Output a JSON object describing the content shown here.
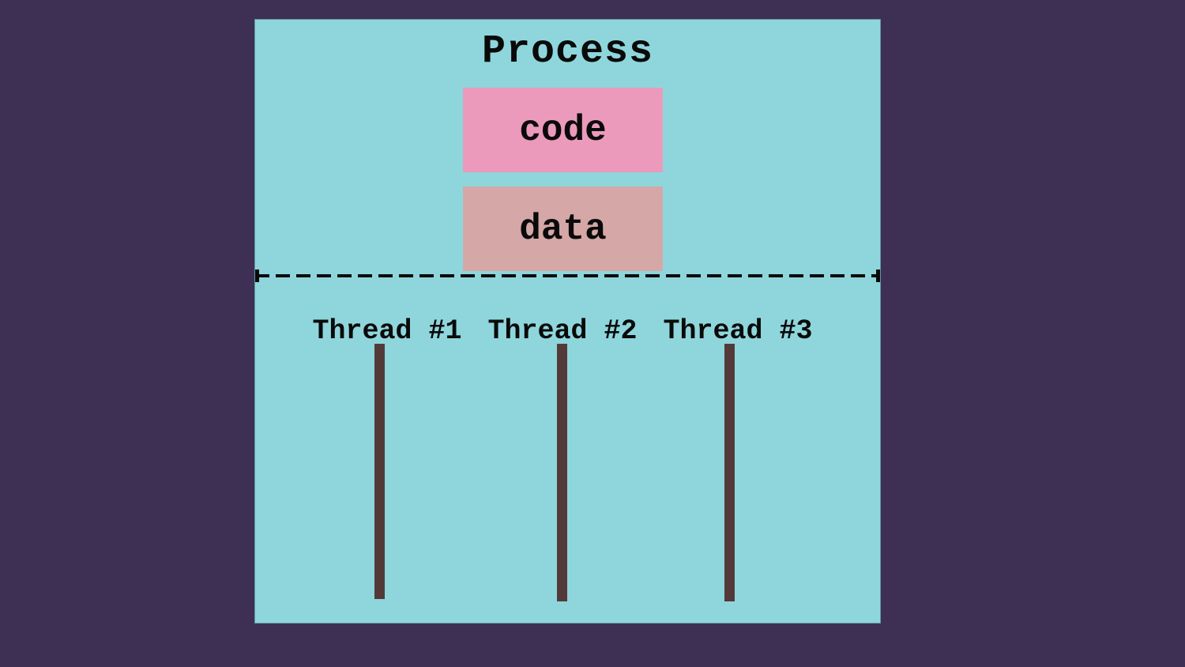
{
  "colors": {
    "background": "#3d3054",
    "process_fill": "#8ed6dc",
    "code_fill": "#ec9abb",
    "data_fill": "#d5a7a7",
    "thread_line": "#533a39",
    "text": "#0a0a0a"
  },
  "process": {
    "title": "Process",
    "code_label": "code",
    "data_label": "data"
  },
  "threads": [
    {
      "label": "Thread #1"
    },
    {
      "label": "Thread #2"
    },
    {
      "label": "Thread #3"
    }
  ]
}
